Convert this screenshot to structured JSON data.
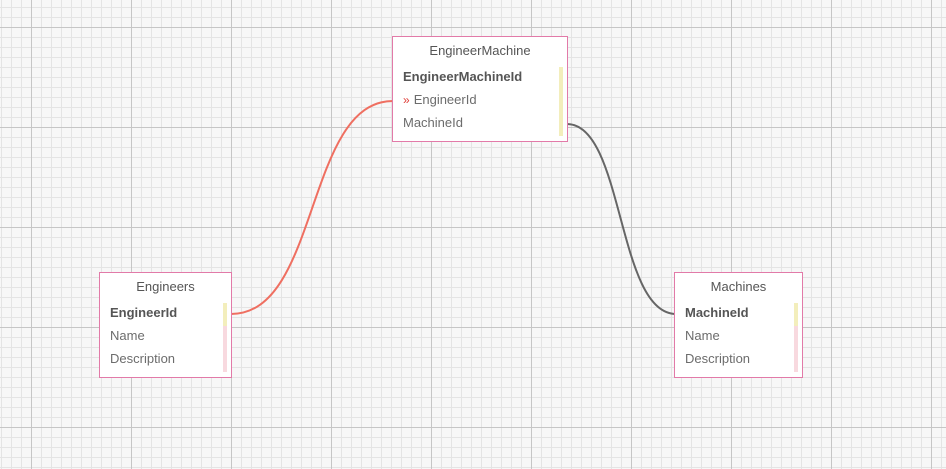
{
  "diagram": {
    "tables": [
      {
        "id": "engineer-machine",
        "title": "EngineerMachine",
        "fields": [
          {
            "label": "EngineerMachineId",
            "kind": "pk"
          },
          {
            "label": "EngineerId",
            "kind": "fk",
            "marker": "»"
          },
          {
            "label": "MachineId",
            "kind": "fk"
          }
        ]
      },
      {
        "id": "engineers",
        "title": "Engineers",
        "fields": [
          {
            "label": "EngineerId",
            "kind": "pk"
          },
          {
            "label": "Name",
            "kind": "plain"
          },
          {
            "label": "Description",
            "kind": "plain"
          }
        ]
      },
      {
        "id": "machines",
        "title": "Machines",
        "fields": [
          {
            "label": "MachineId",
            "kind": "pk"
          },
          {
            "label": "Name",
            "kind": "plain"
          },
          {
            "label": "Description",
            "kind": "plain"
          }
        ]
      }
    ],
    "relationships": [
      {
        "from": "engineers.EngineerId",
        "to": "engineer-machine.EngineerId",
        "color": "#ef6f61",
        "state": "highlighted"
      },
      {
        "from": "machines.MachineId",
        "to": "engineer-machine.MachineId",
        "color": "#666666",
        "state": "normal"
      }
    ],
    "colors": {
      "table_border": "#e27aa8",
      "fk_marker": "#e0403a",
      "pk_bar": "#f3eebc",
      "plain_bar": "#f8d9df"
    }
  }
}
